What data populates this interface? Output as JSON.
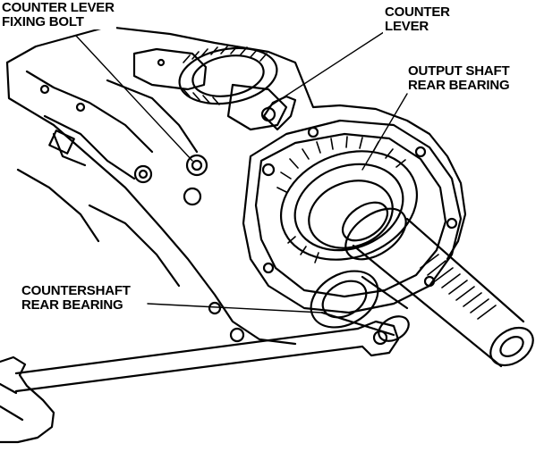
{
  "figure": {
    "labels": {
      "counter_lever_fixing_bolt": [
        "COUNTER LEVER",
        "FIXING BOLT"
      ],
      "counter_lever": [
        "COUNTER",
        "LEVER"
      ],
      "output_shaft_rear_bearing": [
        "OUTPUT SHAFT",
        "REAR BEARING"
      ],
      "countershaft_rear_bearing": [
        "COUNTERSHAFT",
        "REAR BEARING"
      ]
    },
    "line_color": "#000000",
    "background": "#ffffff"
  }
}
